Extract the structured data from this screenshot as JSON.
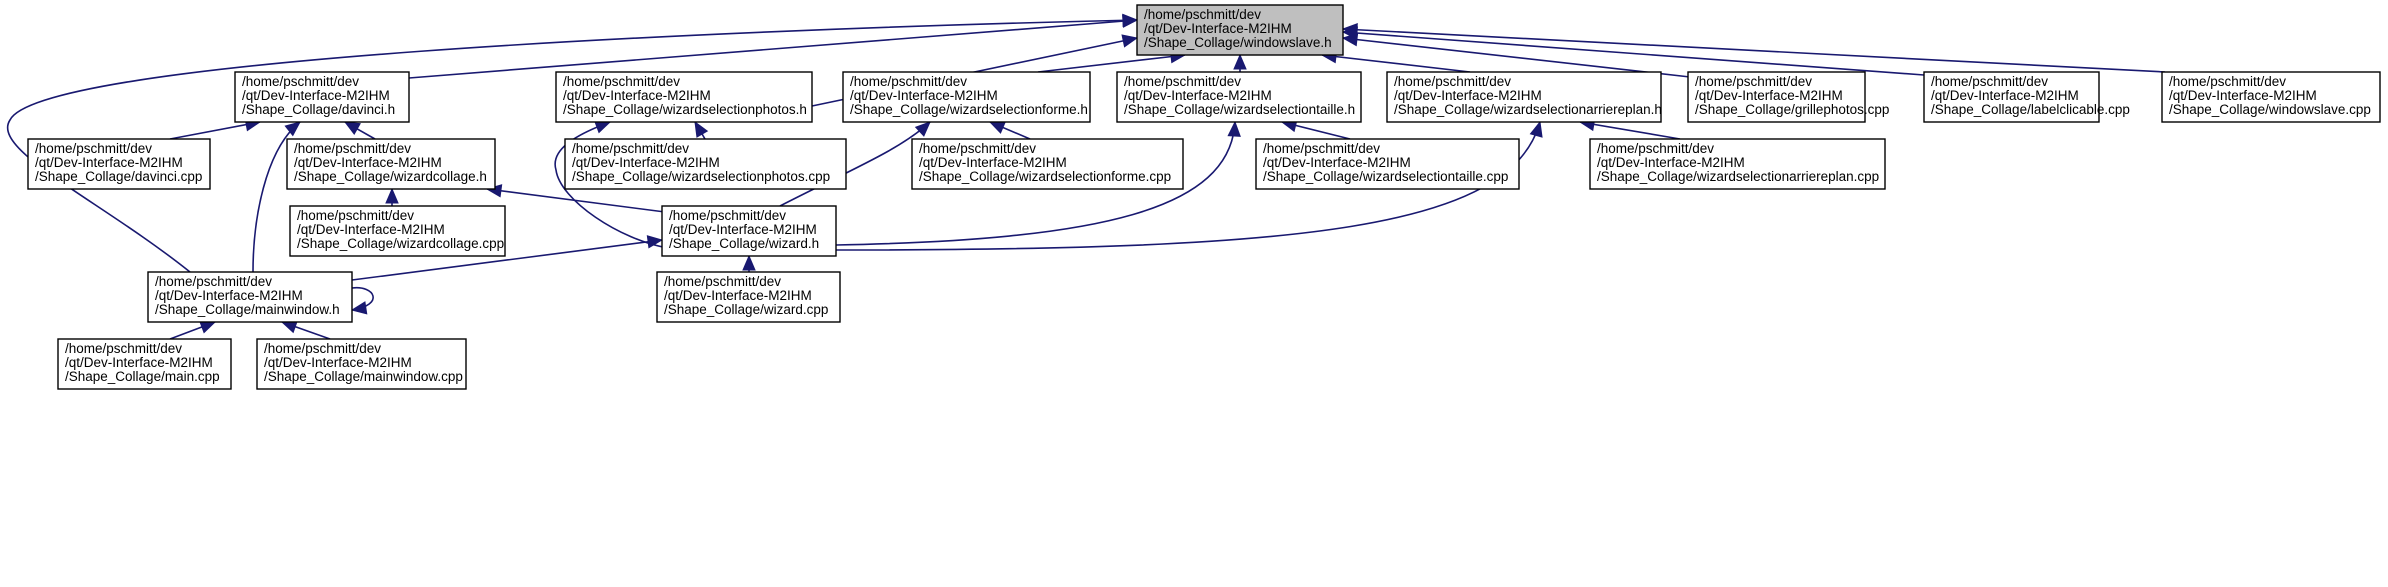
{
  "colors": {
    "node_fill": "#ffffff",
    "highlight_fill": "#bfbfbf",
    "edge": "#191970",
    "border": "#000000"
  },
  "nodes": [
    {
      "id": "windowslave_h",
      "highlight": true,
      "lines": [
        "/home/pschmitt/dev",
        "/qt/Dev-Interface-M2IHM",
        "/Shape_Collage/windowslave.h"
      ]
    },
    {
      "id": "davinci_h",
      "lines": [
        "/home/pschmitt/dev",
        "/qt/Dev-Interface-M2IHM",
        "/Shape_Collage/davinci.h"
      ]
    },
    {
      "id": "wizardselectionphotos_h",
      "lines": [
        "/home/pschmitt/dev",
        "/qt/Dev-Interface-M2IHM",
        "/Shape_Collage/wizardselectionphotos.h"
      ]
    },
    {
      "id": "wizardselectionforme_h",
      "lines": [
        "/home/pschmitt/dev",
        "/qt/Dev-Interface-M2IHM",
        "/Shape_Collage/wizardselectionforme.h"
      ]
    },
    {
      "id": "wizardselectiontaille_h",
      "lines": [
        "/home/pschmitt/dev",
        "/qt/Dev-Interface-M2IHM",
        "/Shape_Collage/wizardselectiontaille.h"
      ]
    },
    {
      "id": "wizardselectionarriereplan_h",
      "lines": [
        "/home/pschmitt/dev",
        "/qt/Dev-Interface-M2IHM",
        "/Shape_Collage/wizardselectionarriereplan.h"
      ]
    },
    {
      "id": "grillephotos_cpp",
      "lines": [
        "/home/pschmitt/dev",
        "/qt/Dev-Interface-M2IHM",
        "/Shape_Collage/grillephotos.cpp"
      ]
    },
    {
      "id": "labelclicable_cpp",
      "lines": [
        "/home/pschmitt/dev",
        "/qt/Dev-Interface-M2IHM",
        "/Shape_Collage/labelclicable.cpp"
      ]
    },
    {
      "id": "windowslave_cpp",
      "lines": [
        "/home/pschmitt/dev",
        "/qt/Dev-Interface-M2IHM",
        "/Shape_Collage/windowslave.cpp"
      ]
    },
    {
      "id": "davinci_cpp",
      "lines": [
        "/home/pschmitt/dev",
        "/qt/Dev-Interface-M2IHM",
        "/Shape_Collage/davinci.cpp"
      ]
    },
    {
      "id": "wizardcollage_h",
      "lines": [
        "/home/pschmitt/dev",
        "/qt/Dev-Interface-M2IHM",
        "/Shape_Collage/wizardcollage.h"
      ]
    },
    {
      "id": "wizardselectionphotos_cpp",
      "lines": [
        "/home/pschmitt/dev",
        "/qt/Dev-Interface-M2IHM",
        "/Shape_Collage/wizardselectionphotos.cpp"
      ]
    },
    {
      "id": "wizardselectionforme_cpp",
      "lines": [
        "/home/pschmitt/dev",
        "/qt/Dev-Interface-M2IHM",
        "/Shape_Collage/wizardselectionforme.cpp"
      ]
    },
    {
      "id": "wizardselectiontaille_cpp",
      "lines": [
        "/home/pschmitt/dev",
        "/qt/Dev-Interface-M2IHM",
        "/Shape_Collage/wizardselectiontaille.cpp"
      ]
    },
    {
      "id": "wizardselectionarriereplan_cpp",
      "lines": [
        "/home/pschmitt/dev",
        "/qt/Dev-Interface-M2IHM",
        "/Shape_Collage/wizardselectionarriereplan.cpp"
      ]
    },
    {
      "id": "wizardcollage_cpp",
      "lines": [
        "/home/pschmitt/dev",
        "/qt/Dev-Interface-M2IHM",
        "/Shape_Collage/wizardcollage.cpp"
      ]
    },
    {
      "id": "wizard_h",
      "lines": [
        "/home/pschmitt/dev",
        "/qt/Dev-Interface-M2IHM",
        "/Shape_Collage/wizard.h"
      ]
    },
    {
      "id": "mainwindow_h",
      "lines": [
        "/home/pschmitt/dev",
        "/qt/Dev-Interface-M2IHM",
        "/Shape_Collage/mainwindow.h"
      ]
    },
    {
      "id": "wizard_cpp",
      "lines": [
        "/home/pschmitt/dev",
        "/qt/Dev-Interface-M2IHM",
        "/Shape_Collage/wizard.cpp"
      ]
    },
    {
      "id": "main_cpp",
      "lines": [
        "/home/pschmitt/dev",
        "/qt/Dev-Interface-M2IHM",
        "/Shape_Collage/main.cpp"
      ]
    },
    {
      "id": "mainwindow_cpp",
      "lines": [
        "/home/pschmitt/dev",
        "/qt/Dev-Interface-M2IHM",
        "/Shape_Collage/mainwindow.cpp"
      ]
    }
  ],
  "edges": [
    {
      "from": "davinci_h",
      "to": "windowslave_h"
    },
    {
      "from": "wizardselectionphotos_h",
      "to": "windowslave_h"
    },
    {
      "from": "wizardselectionforme_h",
      "to": "windowslave_h"
    },
    {
      "from": "wizardselectiontaille_h",
      "to": "windowslave_h"
    },
    {
      "from": "wizardselectionarriereplan_h",
      "to": "windowslave_h"
    },
    {
      "from": "grillephotos_cpp",
      "to": "windowslave_h"
    },
    {
      "from": "labelclicable_cpp",
      "to": "windowslave_h"
    },
    {
      "from": "windowslave_cpp",
      "to": "windowslave_h"
    },
    {
      "from": "mainwindow_h",
      "to": "windowslave_h"
    },
    {
      "from": "davinci_cpp",
      "to": "davinci_h"
    },
    {
      "from": "wizardcollage_h",
      "to": "davinci_h"
    },
    {
      "from": "mainwindow_h",
      "to": "davinci_h"
    },
    {
      "from": "wizardcollage_cpp",
      "to": "wizardcollage_h"
    },
    {
      "from": "wizard_h",
      "to": "wizardcollage_h"
    },
    {
      "from": "wizardselectionphotos_cpp",
      "to": "wizardselectionphotos_h"
    },
    {
      "from": "wizard_h",
      "to": "wizardselectionphotos_h"
    },
    {
      "from": "wizardselectionforme_cpp",
      "to": "wizardselectionforme_h"
    },
    {
      "from": "wizard_h",
      "to": "wizardselectionforme_h"
    },
    {
      "from": "wizardselectiontaille_cpp",
      "to": "wizardselectiontaille_h"
    },
    {
      "from": "wizard_h",
      "to": "wizardselectiontaille_h"
    },
    {
      "from": "wizardselectionarriereplan_cpp",
      "to": "wizardselectionarriereplan_h"
    },
    {
      "from": "wizard_h",
      "to": "wizardselectionarriereplan_h"
    },
    {
      "from": "mainwindow_h",
      "to": "wizard_h"
    },
    {
      "from": "wizard_cpp",
      "to": "wizard_h"
    },
    {
      "from": "main_cpp",
      "to": "mainwindow_h"
    },
    {
      "from": "mainwindow_cpp",
      "to": "mainwindow_h"
    },
    {
      "from": "mainwindow_h",
      "to": "mainwindow_h"
    }
  ]
}
